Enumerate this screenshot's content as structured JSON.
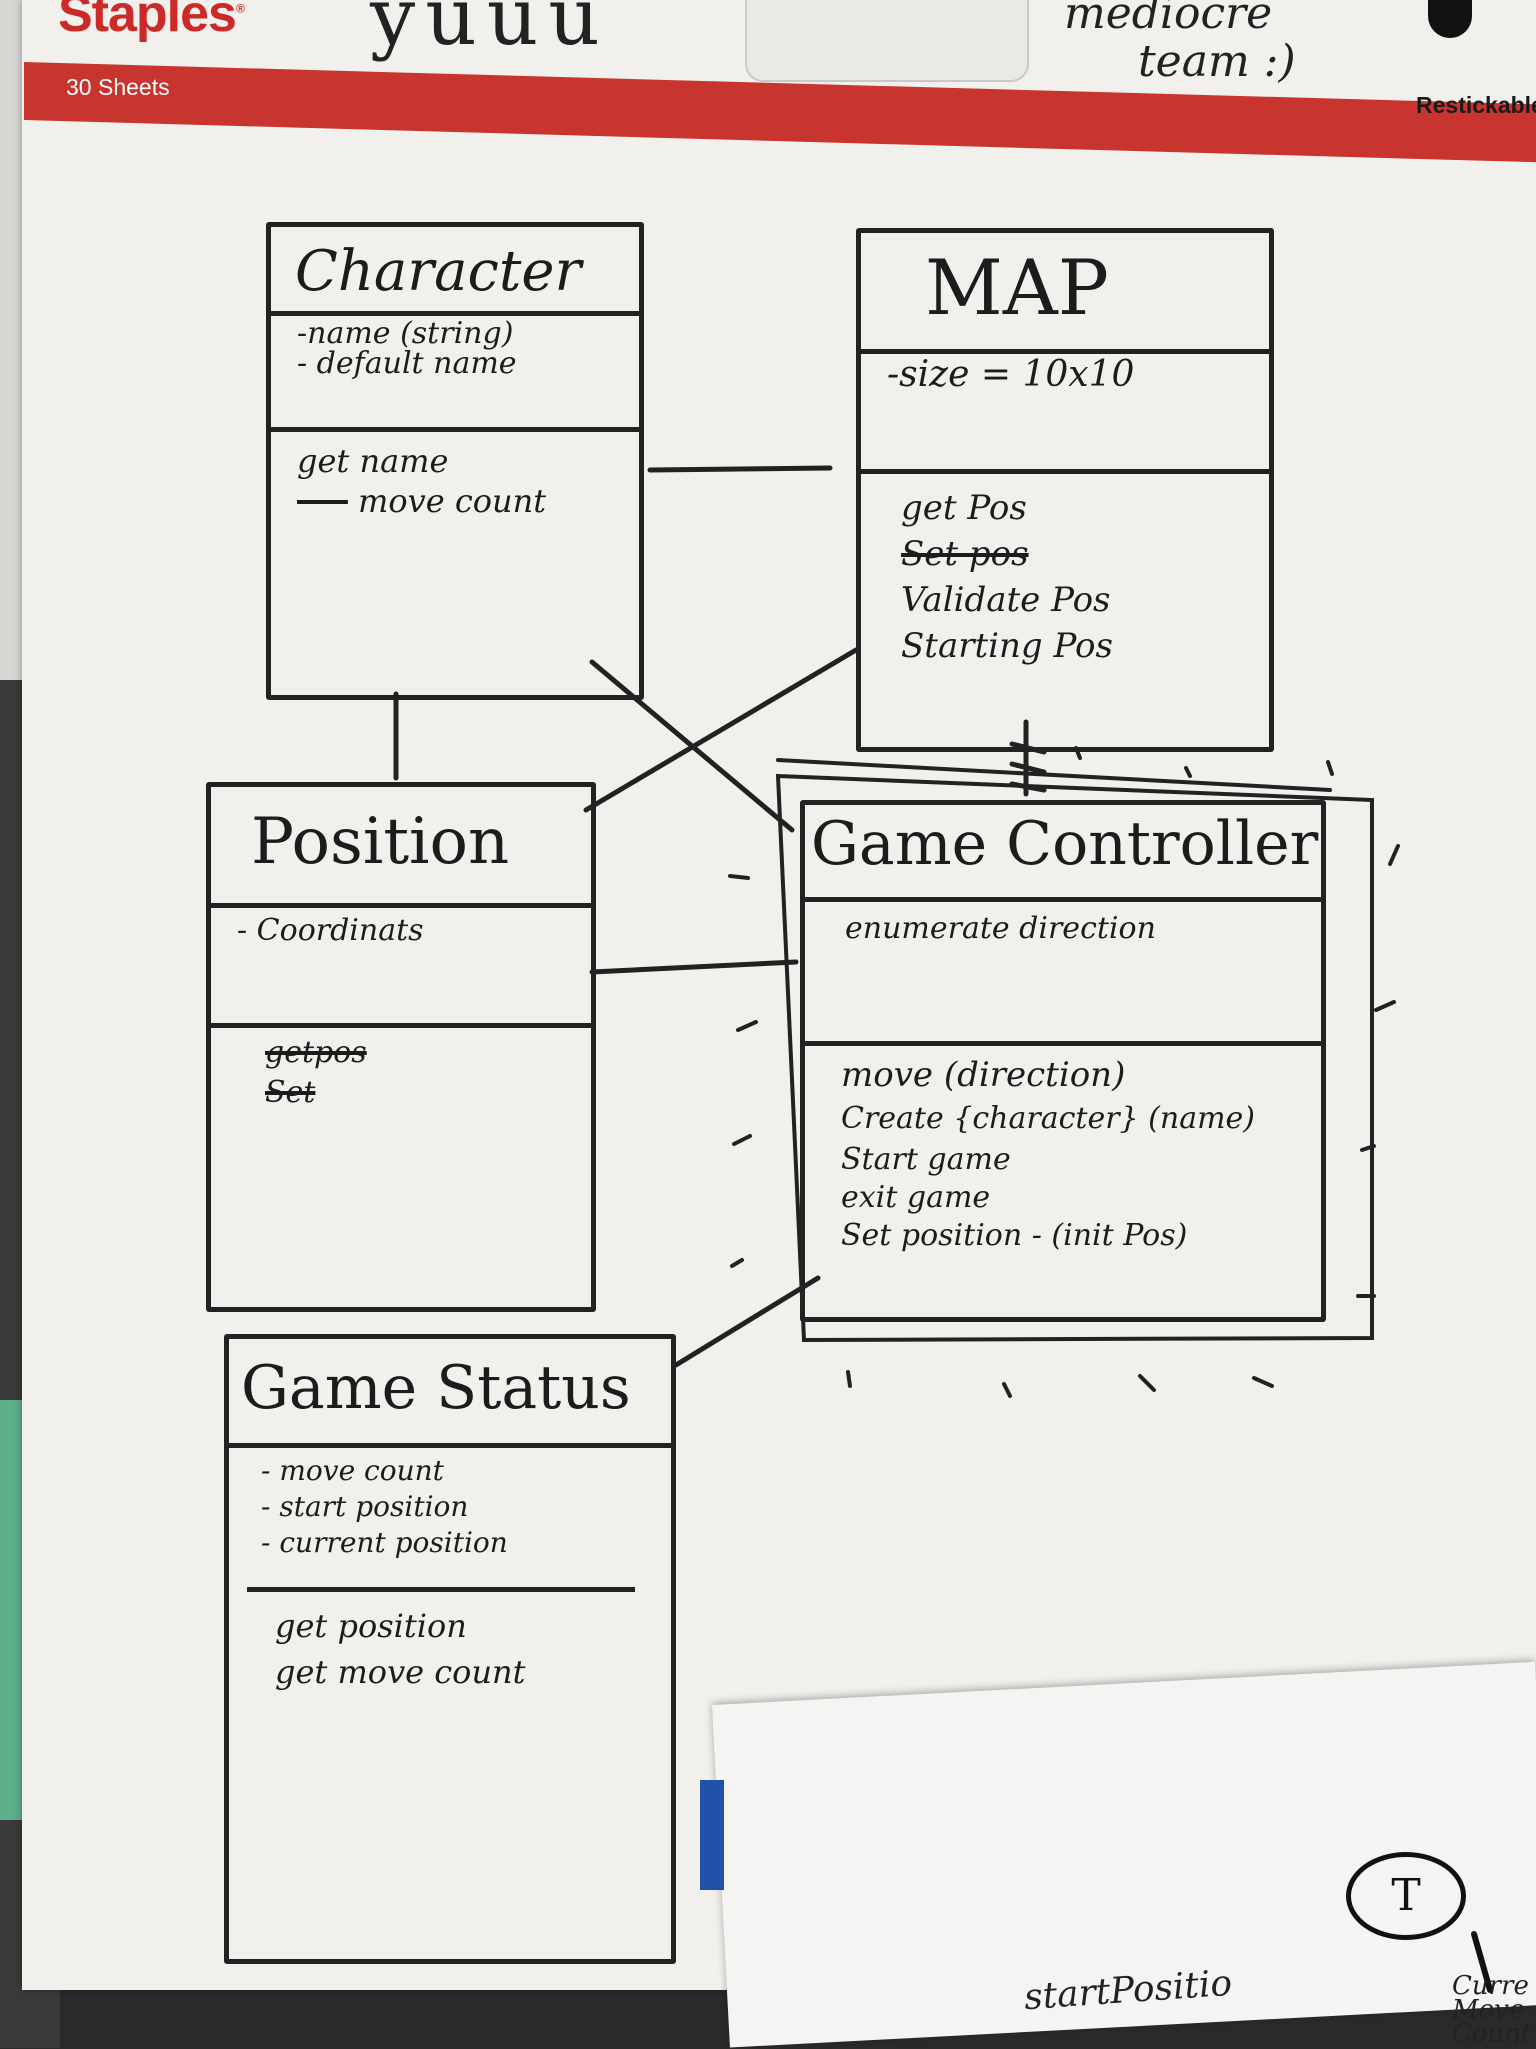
{
  "header": {
    "brand": "Staples",
    "sheets_label": "30 Sheets",
    "resticky_label": "Restickable",
    "top_right_line1": "mediocre",
    "top_right_line2": "team :)",
    "top_left_scrawl": "yuuu"
  },
  "boxes": {
    "character": {
      "title": "Character",
      "attributes": [
        "-name (string)",
        "- default name"
      ],
      "methods": [
        "get name",
        "move count"
      ]
    },
    "map": {
      "title": "MAP",
      "attributes": [
        "-size = 10x10"
      ],
      "methods": [
        "get Pos",
        "Set pos",
        "Validate Pos",
        "Starting Pos"
      ]
    },
    "position": {
      "title": "Position",
      "attributes": [
        "- Coordinats"
      ],
      "methods": [
        "getpos",
        "Set"
      ]
    },
    "game_controller": {
      "title": "Game Controller",
      "attributes": [
        "enumerate direction"
      ],
      "methods": [
        "move (direction)",
        "Create {character} (name)",
        "Start game",
        "exit game",
        "Set position - (init Pos)"
      ]
    },
    "game_status": {
      "title": "Game Status",
      "attributes": [
        "- move count",
        "- start position",
        "- current position"
      ],
      "methods": [
        "get position",
        "get move count"
      ]
    }
  },
  "bottom_sheet": {
    "circle_label": "T",
    "start_text": "startPositio",
    "curr_text": "Curre Move Count"
  }
}
